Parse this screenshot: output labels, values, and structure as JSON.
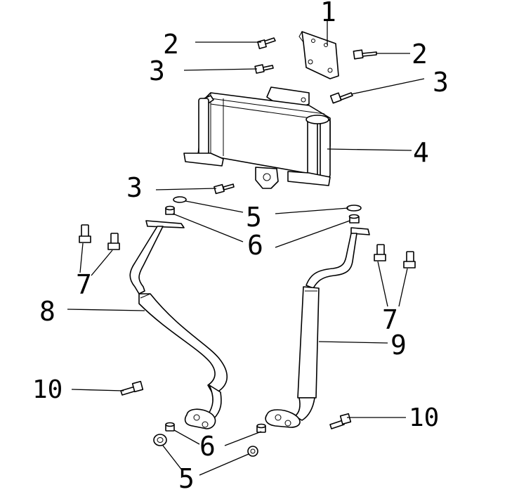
{
  "diagram": {
    "callouts": {
      "c1": "1",
      "c2a": "2",
      "c2b": "2",
      "c3a": "3",
      "c3b": "3",
      "c3c": "3",
      "c4": "4",
      "c5a": "5",
      "c5b": "5",
      "c6a": "6",
      "c6b": "6",
      "c7a": "7",
      "c7b": "7",
      "c8": "8",
      "c9": "9",
      "c10a": "10",
      "c10b": "10"
    }
  }
}
